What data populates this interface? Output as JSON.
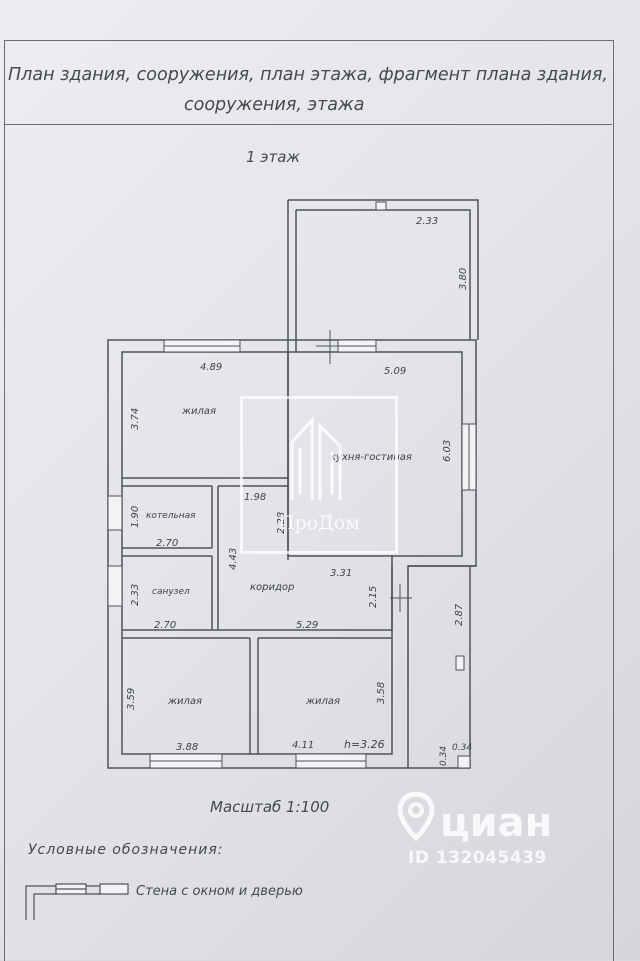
{
  "title": {
    "line1": "План здания, сооружения, план этажа, фрагмент плана здания,",
    "line2": "сооружения, этажа"
  },
  "floor_label": "1 этаж",
  "rooms": {
    "living_1": "жилая",
    "kitchen": "кухня-гостиная",
    "boiler": "котельная",
    "bathroom": "санузел",
    "corridor": "коридор",
    "living_2": "жилая",
    "living_3": "жилая"
  },
  "dimensions": {
    "terrace_w": "2.33",
    "terrace_h": "3.80",
    "living1_w": "4.89",
    "living1_h": "3.74",
    "kitchen_w": "5.09",
    "kitchen_h": "6.03",
    "kitchen_inner": "1.98",
    "kitchen_inner_h": "2.28",
    "boiler_h": "1.90",
    "boiler_w": "2.70",
    "bath_h": "2.33",
    "bath_w": "2.70",
    "corridor_h": "4.43",
    "corridor_w1": "3.31",
    "corridor_w2": "5.29",
    "hall_h": "2.15",
    "porch_h": "2.87",
    "living2_h": "3.59",
    "living2_w": "3.88",
    "living3_w": "4.11",
    "living3_h": "3.58",
    "ceiling": "h=3.26",
    "wall_a": "0.34",
    "wall_b": "0.34"
  },
  "scale": "Масштаб 1:100",
  "legend": {
    "heading": "Условные обозначения:",
    "item": "Стена с окном и дверью"
  },
  "watermarks": {
    "brand": "ПроДом",
    "cian_name": "циан",
    "cian_id": "ID 132045439"
  }
}
